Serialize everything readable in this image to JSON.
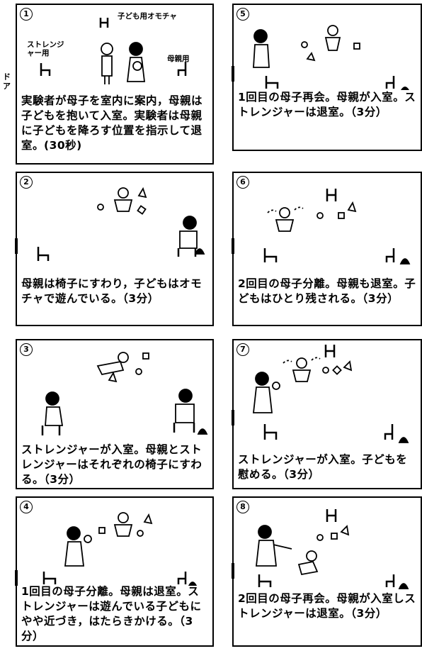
{
  "door_label": "ドア",
  "panels": [
    {
      "num": "1",
      "caption": "実験者が母子を室内に案内，母親は子どもを抱いて入室。実験者は母親に子どもを降ろす位置を指示して退室。(30秒)",
      "labels": {
        "stranger_chair": "ストレンジャー用",
        "toy": "子ども用オモチャ",
        "mother_chair": "母親用"
      }
    },
    {
      "num": "5",
      "caption": "1回目の母子再会。母親が入室。ストレンジャーは退室。（3分）"
    },
    {
      "num": "2",
      "caption": "母親は椅子にすわり，子どもはオモチャで遊んでいる。（3分）"
    },
    {
      "num": "6",
      "caption": "2回目の母子分離。母親も退室。子どもはひとり残される。（3分）"
    },
    {
      "num": "3",
      "caption": "ストレンジャーが入室。母親とストレンジャーはそれぞれの椅子にすわる。（3分）"
    },
    {
      "num": "7",
      "caption": "ストレンジャーが入室。子どもを慰める。（3分）"
    },
    {
      "num": "4",
      "caption": "1回目の母子分離。母親は退室。ストレンジャーは遊んでいる子どもにやや近づき，はたらきかける。（3分）"
    },
    {
      "num": "8",
      "caption": "2回目の母子再会。母親が入室しストレンジャーは退室。（3分）"
    }
  ]
}
